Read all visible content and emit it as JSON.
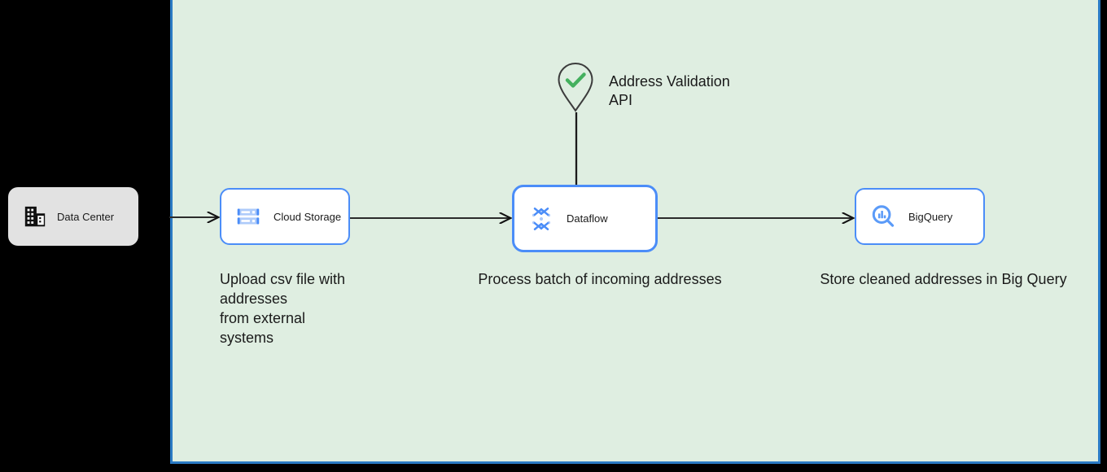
{
  "diagram": {
    "background_color": "#000000",
    "container": {
      "name": "cloud-boundary",
      "fill_color": "#dfeee1",
      "border_color": "#2a7ac4"
    },
    "nodes": [
      {
        "id": "data-center",
        "label": "Data Center",
        "icon": "building-icon",
        "fill_color": "#e2e2e2",
        "border_color": "none"
      },
      {
        "id": "cloud-storage",
        "label": "Cloud Storage",
        "icon": "cloud-storage-icon",
        "fill_color": "#ffffff",
        "border_color": "#4b8df8"
      },
      {
        "id": "dataflow",
        "label": "Dataflow",
        "icon": "dataflow-icon",
        "fill_color": "#ffffff",
        "border_color": "#4b8df8"
      },
      {
        "id": "bigquery",
        "label": "BigQuery",
        "icon": "bigquery-icon",
        "fill_color": "#ffffff",
        "border_color": "#4b8df8"
      }
    ],
    "external_service": {
      "id": "address-validation-api",
      "label": "Address Validation\nAPI",
      "label_line1": "Address Validation",
      "label_line2": "API",
      "icon": "map-pin-check-icon",
      "check_color": "#44b05e",
      "pin_color": "#3c3c3c"
    },
    "captions": [
      {
        "id": "caption-upload",
        "text": "Upload csv file with addresses\nfrom external systems",
        "line1": "Upload csv file with",
        "line2": "addresses",
        "line3": "from external",
        "line4": "systems"
      },
      {
        "id": "caption-process",
        "text": "Process batch of incoming addresses"
      },
      {
        "id": "caption-store",
        "text": "Store cleaned addresses in Big Query"
      }
    ],
    "edges": [
      {
        "id": "edge-datacenter-to-cloudstorage",
        "from": "data-center",
        "to": "cloud-storage"
      },
      {
        "id": "edge-cloudstorage-to-dataflow",
        "from": "cloud-storage",
        "to": "dataflow"
      },
      {
        "id": "edge-dataflow-to-bigquery",
        "from": "dataflow",
        "to": "bigquery"
      },
      {
        "id": "edge-api-to-dataflow",
        "from": "address-validation-api",
        "to": "dataflow"
      }
    ]
  }
}
